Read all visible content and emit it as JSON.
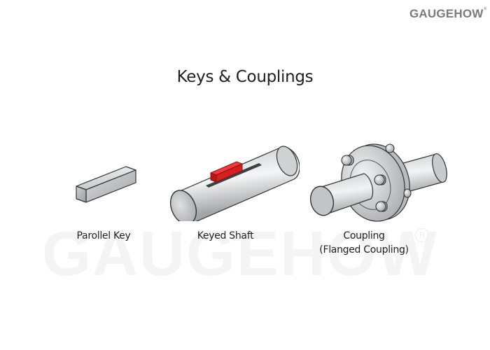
{
  "brand": {
    "logo_text": "GAUGEHOW",
    "logo_mark": "®",
    "watermark_text": "GAUGEHOW",
    "watermark_mark": "R"
  },
  "title": "Keys & Couplings",
  "items": [
    {
      "name": "parallel-key",
      "label": "Parollel Key",
      "sublabel": ""
    },
    {
      "name": "keyed-shaft",
      "label": "Keyed Shaft",
      "sublabel": ""
    },
    {
      "name": "coupling",
      "label": "Coupling",
      "sublabel": "(Flanged Coupling)"
    }
  ],
  "colors": {
    "metal_light": "#eeeeee",
    "metal_mid": "#c4c6c9",
    "metal_dark": "#8d9094",
    "outline": "#333333",
    "key_red": "#e02424",
    "keyway_dark": "#444444",
    "logo_gray": "#7a7a7a"
  }
}
